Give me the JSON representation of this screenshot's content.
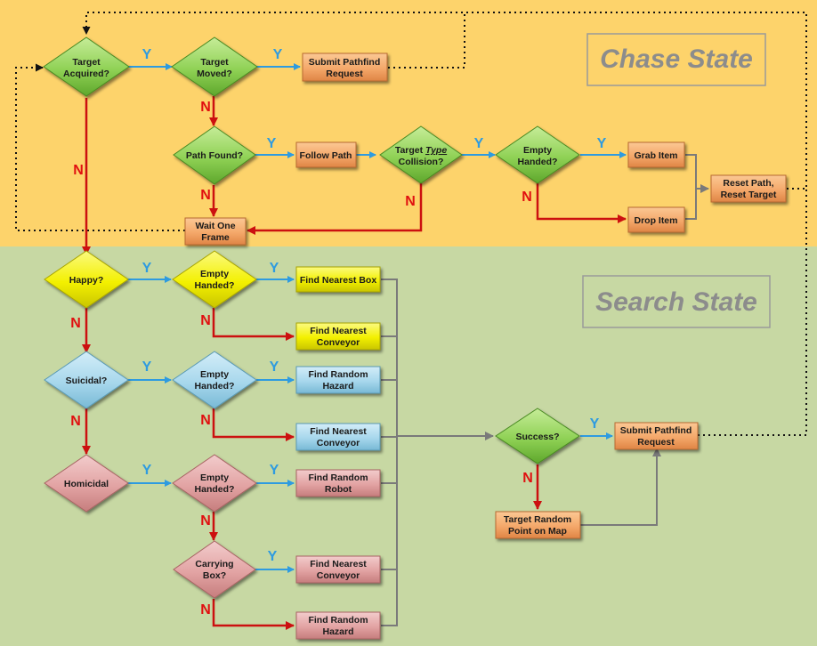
{
  "states": {
    "chase": "Chase State",
    "search": "Search State"
  },
  "branch": {
    "yes": "Y",
    "no": "N"
  },
  "colors": {
    "chase_bg": "#fdd36b",
    "search_bg": "#c7d8a3",
    "decision_green": "#8fd155",
    "action_orange": "#f4a86a",
    "search_yellow": "#f3f000",
    "search_blue": "#a7d7ec",
    "search_pink": "#e2a3a3",
    "yes_arrow": "#2e9be0",
    "no_arrow": "#cc1010",
    "merge_arrow": "#7a7a7a"
  },
  "chase": {
    "target_acquired": [
      "Target",
      "Acquired?"
    ],
    "target_moved": [
      "Target",
      "Moved?"
    ],
    "submit_pathfind": [
      "Submit Pathfind",
      "Request"
    ],
    "path_found": [
      "Path Found?"
    ],
    "follow_path": [
      "Follow Path"
    ],
    "type_collision": {
      "line1_pre": "Target ",
      "line1_em": "Type",
      "line2": "Collision?"
    },
    "empty_handed": [
      "Empty",
      "Handed?"
    ],
    "grab_item": [
      "Grab Item"
    ],
    "drop_item": [
      "Drop Item"
    ],
    "wait_frame": [
      "Wait One",
      "Frame"
    ],
    "reset": [
      "Reset Path,",
      "Reset Target"
    ]
  },
  "search": {
    "happy": [
      "Happy?"
    ],
    "happy_empty": [
      "Empty",
      "Handed?"
    ],
    "find_nearest_box": [
      "Find Nearest Box"
    ],
    "find_nearest_conveyor_1": [
      "Find Nearest",
      "Conveyor"
    ],
    "suicidal": [
      "Suicidal?"
    ],
    "suicidal_empty": [
      "Empty",
      "Handed?"
    ],
    "find_random_hazard_1": [
      "Find Random",
      "Hazard"
    ],
    "find_nearest_conveyor_2": [
      "Find Nearest",
      "Conveyor"
    ],
    "homicidal": [
      "Homicidal"
    ],
    "homicidal_empty": [
      "Empty",
      "Handed?"
    ],
    "find_random_robot": [
      "Find Random",
      "Robot"
    ],
    "carrying_box": [
      "Carrying",
      "Box?"
    ],
    "find_nearest_conveyor_3": [
      "Find Nearest",
      "Conveyor"
    ],
    "find_random_hazard_2": [
      "Find Random",
      "Hazard"
    ],
    "success": [
      "Success?"
    ],
    "submit_pathfind": [
      "Submit Pathfind",
      "Request"
    ],
    "target_random_point": [
      "Target Random",
      "Point on Map"
    ]
  }
}
